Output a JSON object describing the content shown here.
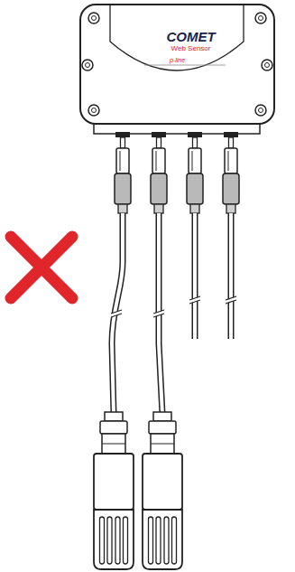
{
  "diagram": {
    "nodes": [
      {
        "text": [
          "COMET",
          "Web Sensor",
          "p-line"
        ]
      }
    ]
  }
}
